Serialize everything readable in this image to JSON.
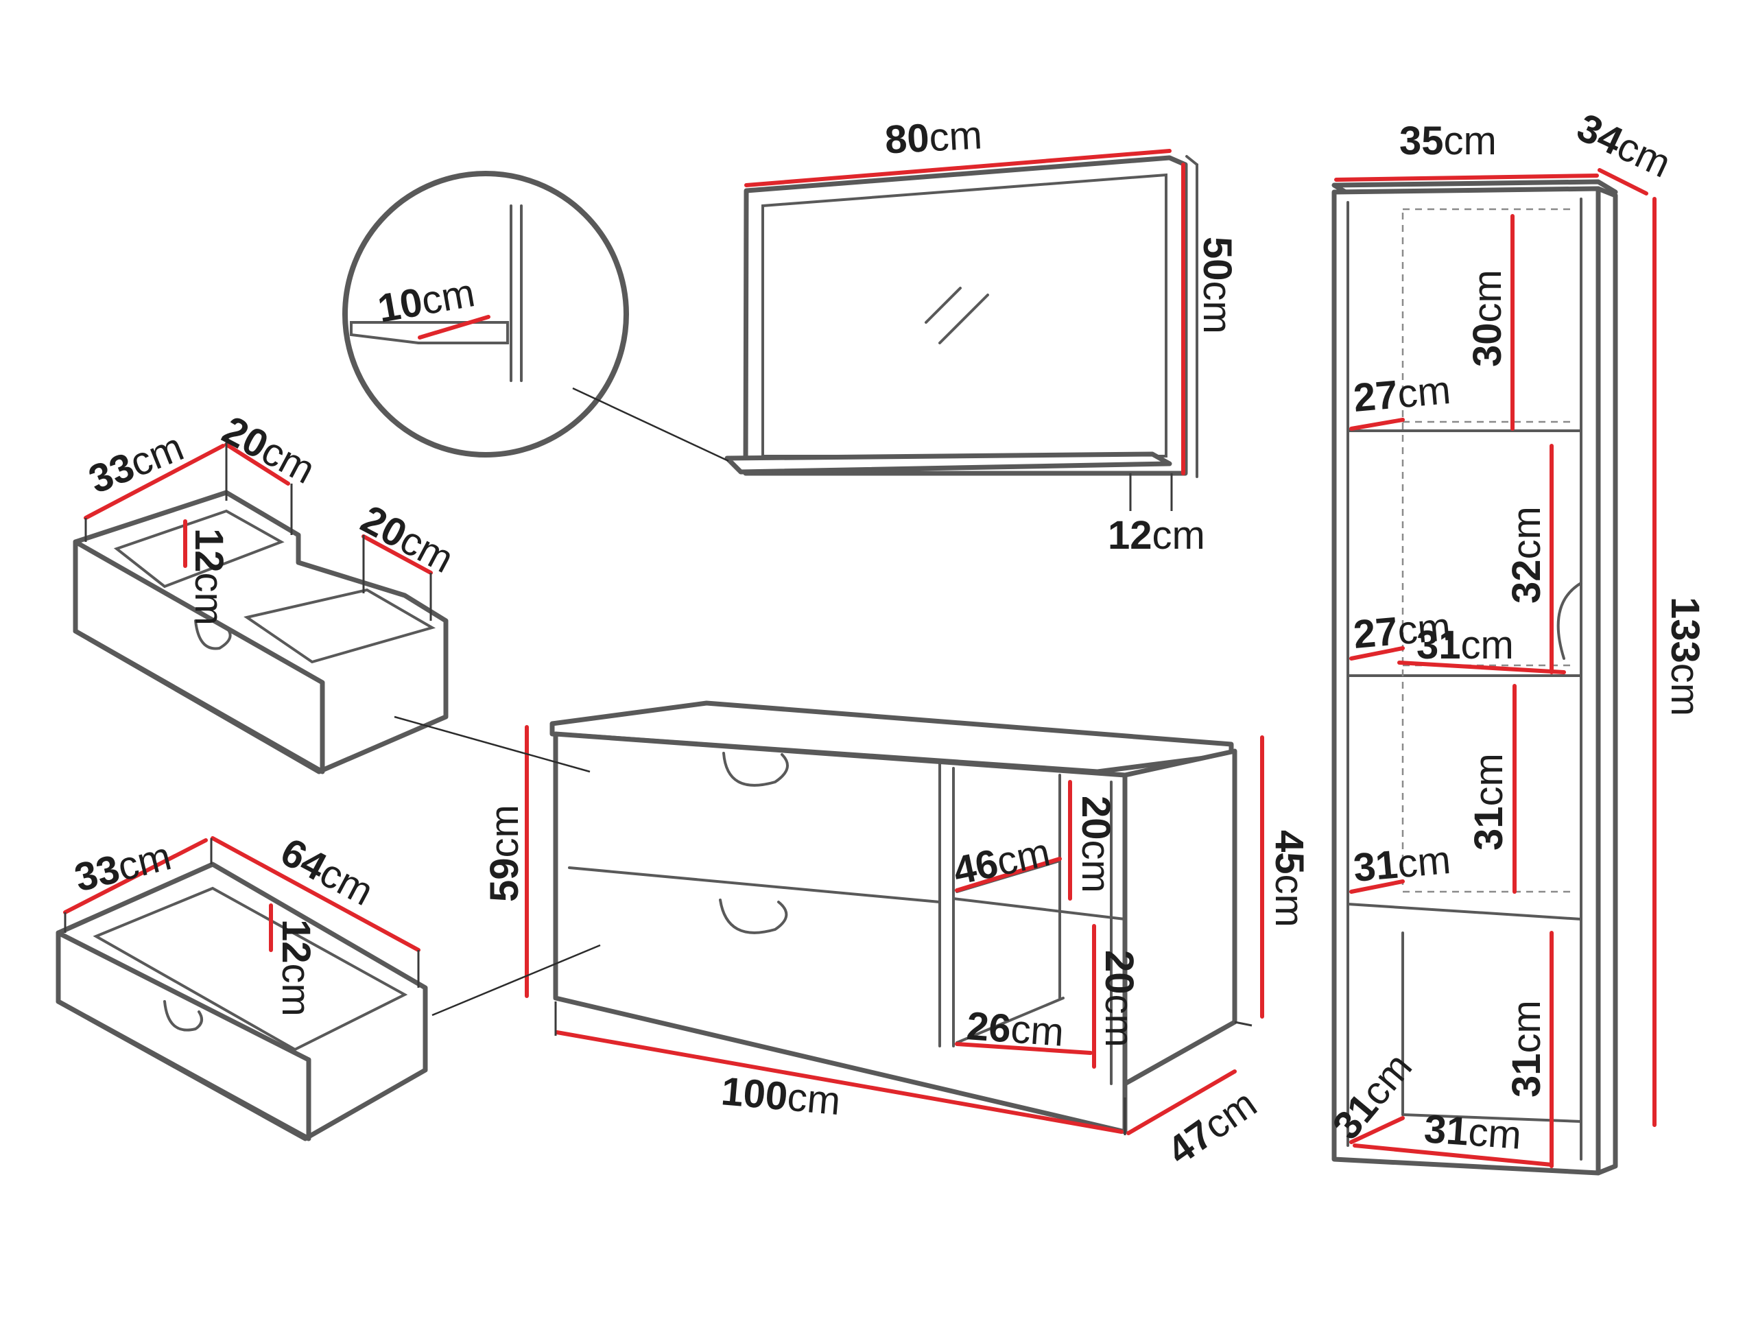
{
  "mirror": {
    "width": {
      "value": "80",
      "unit": "cm"
    },
    "height": {
      "value": "50",
      "unit": "cm"
    },
    "shelf_depth": {
      "value": "12",
      "unit": "cm"
    },
    "detail_shelf": {
      "value": "10",
      "unit": "cm"
    }
  },
  "tall_cabinet": {
    "width": {
      "value": "35",
      "unit": "cm"
    },
    "depth": {
      "value": "34",
      "unit": "cm"
    },
    "height": {
      "value": "133",
      "unit": "cm"
    },
    "compartment_1_height": {
      "value": "30",
      "unit": "cm"
    },
    "compartment_1_depth": {
      "value": "27",
      "unit": "cm"
    },
    "compartment_2_height": {
      "value": "32",
      "unit": "cm"
    },
    "compartment_2_depth": {
      "value": "27",
      "unit": "cm"
    },
    "compartment_2_width": {
      "value": "31",
      "unit": "cm"
    },
    "compartment_3_height": {
      "value": "31",
      "unit": "cm"
    },
    "compartment_3_depth": {
      "value": "31",
      "unit": "cm"
    },
    "compartment_4_height": {
      "value": "31",
      "unit": "cm"
    },
    "compartment_4_depth": {
      "value": "31",
      "unit": "cm"
    },
    "compartment_4_width": {
      "value": "31",
      "unit": "cm"
    }
  },
  "vanity": {
    "width": {
      "value": "100",
      "unit": "cm"
    },
    "depth": {
      "value": "47",
      "unit": "cm"
    },
    "height": {
      "value": "59",
      "unit": "cm"
    },
    "side_height": {
      "value": "45",
      "unit": "cm"
    },
    "upper_shelf_depth": {
      "value": "46",
      "unit": "cm"
    },
    "upper_shelf_height": {
      "value": "20",
      "unit": "cm"
    },
    "lower_shelf_depth": {
      "value": "26",
      "unit": "cm"
    },
    "lower_shelf_height": {
      "value": "20",
      "unit": "cm"
    }
  },
  "upper_drawer": {
    "width": {
      "value": "33",
      "unit": "cm"
    },
    "inner_depth": {
      "value": "20",
      "unit": "cm"
    },
    "side_depth": {
      "value": "20",
      "unit": "cm"
    },
    "height": {
      "value": "12",
      "unit": "cm"
    }
  },
  "lower_drawer": {
    "width": {
      "value": "33",
      "unit": "cm"
    },
    "depth": {
      "value": "64",
      "unit": "cm"
    },
    "height": {
      "value": "12",
      "unit": "cm"
    }
  },
  "colors": {
    "outline": "#595959",
    "dimension_line": "#e0262b",
    "text": "#1e1e1e"
  }
}
